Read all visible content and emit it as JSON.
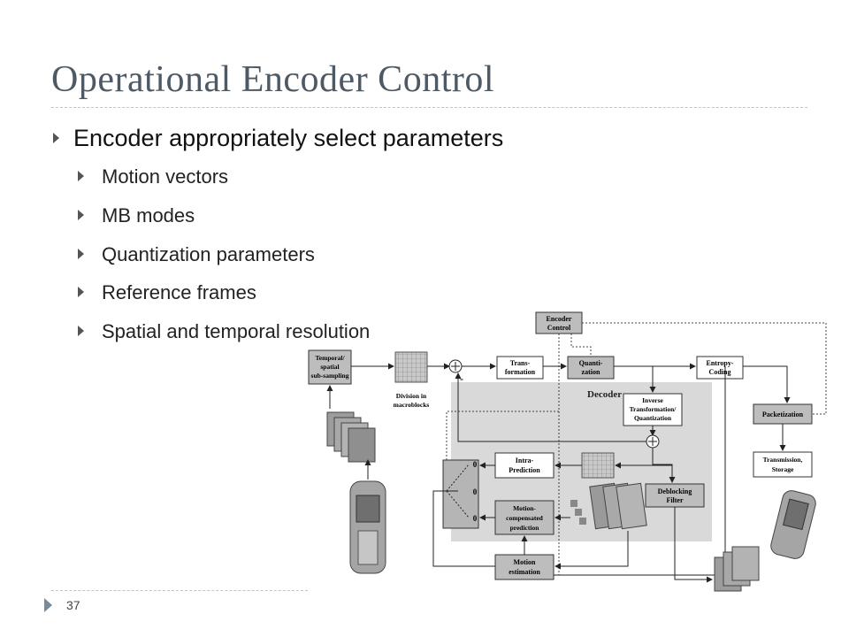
{
  "slide": {
    "title": "Operational Encoder Control",
    "bullet": "Encoder appropriately select parameters",
    "subbullets": [
      "Motion vectors",
      "MB modes",
      "Quantization parameters",
      "Reference frames",
      "Spatial and temporal resolution"
    ],
    "page_number": "37"
  },
  "diagram": {
    "encoder_control": [
      "Encoder",
      "Control"
    ],
    "temporal_subsampling": [
      "Temporal/",
      "spatial",
      "sub-sampling"
    ],
    "division": [
      "Division in",
      "macroblocks"
    ],
    "transformation": [
      "Trans-",
      "formation"
    ],
    "quantization": [
      "Quanti-",
      "zation"
    ],
    "entropy_coding": [
      "Entropy-",
      "Coding"
    ],
    "decoder": "Decoder",
    "inverse": [
      "Inverse",
      "Transformation/",
      "Quantization"
    ],
    "packetization": "Packetization",
    "transmission": [
      "Transmission,",
      "Storage"
    ],
    "intra_prediction": [
      "Intra-",
      "Prediction"
    ],
    "motion_compensated": [
      "Motion-",
      "compensated",
      "prediction"
    ],
    "deblocking": [
      "Deblocking",
      "Filter"
    ],
    "motion_estimation": [
      "Motion",
      "estimation"
    ],
    "minus_sign": "-",
    "switch_labels": [
      "0",
      "0",
      "0"
    ]
  }
}
